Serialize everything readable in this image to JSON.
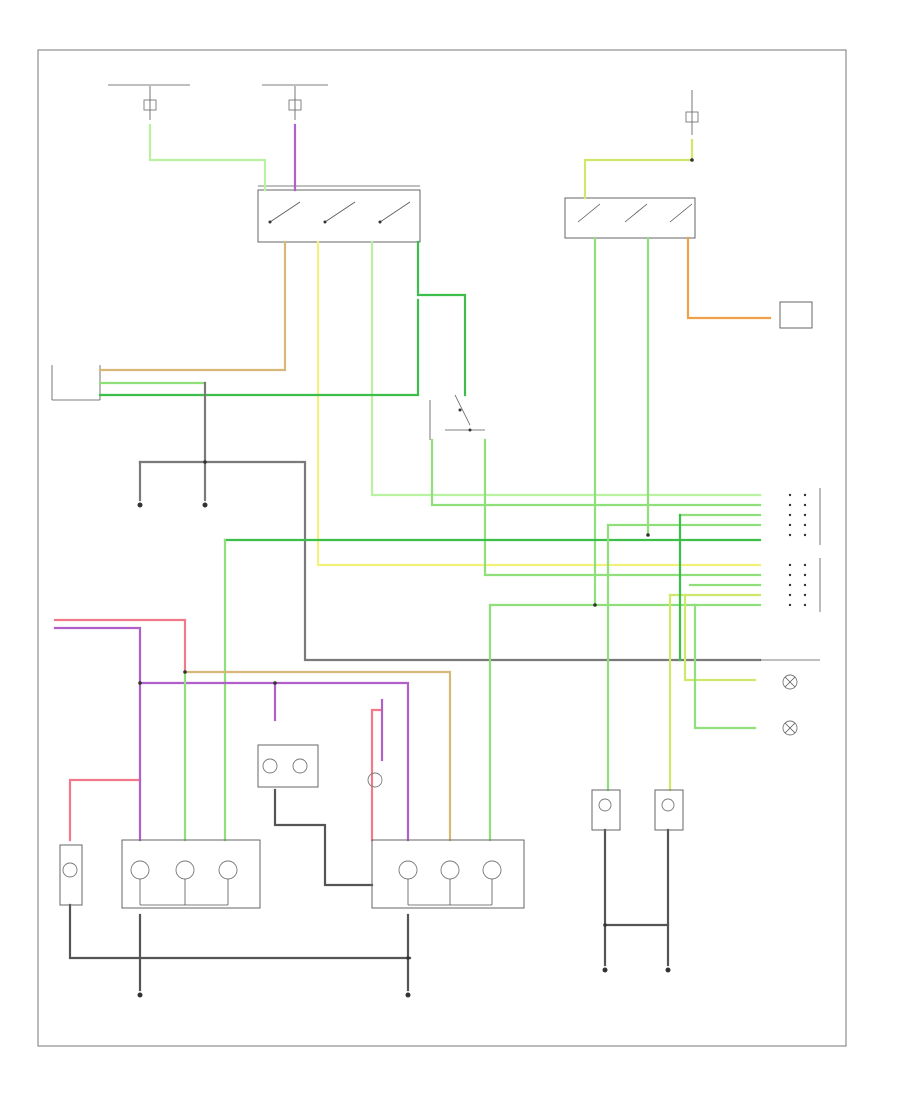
{
  "diagram": {
    "footer_code": "",
    "components": [
      {
        "id": "headlight-switch",
        "label": ""
      },
      {
        "id": "hazard-switch",
        "label": ""
      },
      {
        "id": "turn-signal-switch",
        "label": ""
      },
      {
        "id": "combination-switch-connector",
        "label": ""
      },
      {
        "id": "left-rear-combination-lamp",
        "label": ""
      },
      {
        "id": "right-rear-combination-lamp",
        "label": ""
      },
      {
        "id": "license-lamp",
        "label": ""
      },
      {
        "id": "left-side-marker-lamp",
        "label": ""
      },
      {
        "id": "right-side-marker-lamp",
        "label": ""
      },
      {
        "id": "instrument-cluster",
        "label": ""
      }
    ],
    "wire_colors": {
      "green": "#8fe07a",
      "dark_green": "#3cbf4a",
      "light_green": "#b9f2a0",
      "yellow": "#f2f27a",
      "yellow_green": "#cde86a",
      "orange": "#f0a048",
      "tan": "#d8b878",
      "violet": "#b060c8",
      "pink": "#f07a8a",
      "gray": "#7a7a7a",
      "black": "#333333"
    }
  }
}
